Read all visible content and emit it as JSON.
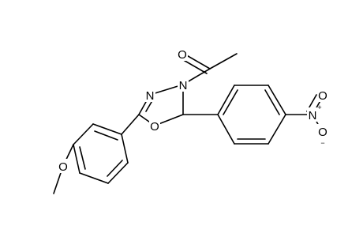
{
  "molecule": {
    "atoms": {
      "o_carbonyl": "O",
      "n3": "N",
      "n4": "N",
      "o_ring": "O",
      "o_methoxy": "O",
      "n_nitro": "N",
      "o_nitro_top": "O",
      "o_nitro_bottom": "O"
    },
    "charges": {
      "n_nitro": "+",
      "o_nitro_bottom": "−"
    }
  }
}
